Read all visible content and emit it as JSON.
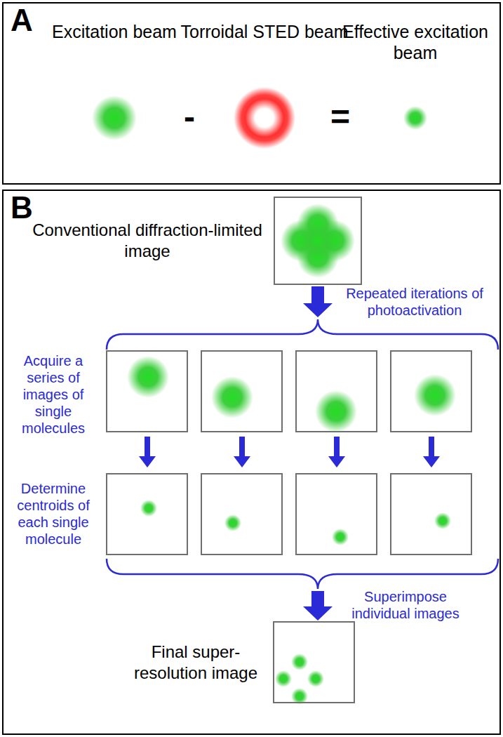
{
  "diagram": {
    "nodes": [
      {
        "text": [
          "A"
        ]
      },
      {
        "text": [
          "B"
        ]
      },
      {
        "text": [
          "Conventional diffraction-limited image"
        ],
        "in": 1
      },
      {
        "text": [
          "Final super-resolution image"
        ],
        "in": 1
      }
    ],
    "labels": [
      "Excitation beam",
      "Torroidal STED beam",
      "Effective excitation beam",
      "-",
      "=",
      "Repeated iterations of photoactivation",
      "Acquire a series of images of single molecules",
      "Determine centroids of each single molecule",
      "Superimpose individual images"
    ]
  }
}
